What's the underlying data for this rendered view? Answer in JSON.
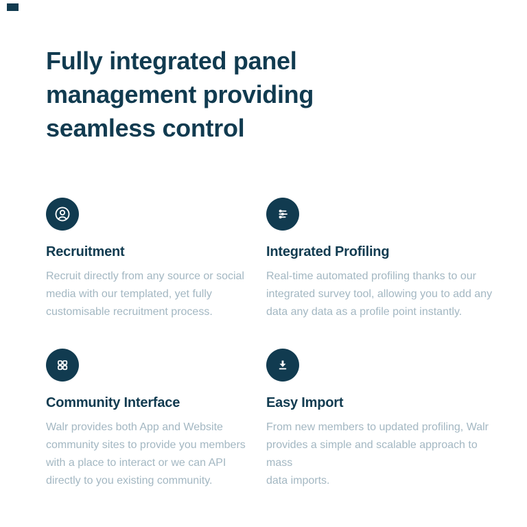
{
  "page": {
    "background_color": "#ffffff",
    "accent_navy": "#113B50",
    "body_text_color": "#A3B7C2"
  },
  "decor": {
    "corner_mark_color": "#113B50"
  },
  "heading": {
    "lines": [
      "Fully integrated panel",
      "management providing",
      "seamless control"
    ]
  },
  "features": [
    {
      "icon": "user-circle-icon",
      "title": "Recruitment",
      "body_lines": [
        "Recruit directly from any source or social",
        "media with our templated, yet fully",
        "customisable recruitment process."
      ]
    },
    {
      "icon": "sliders-icon",
      "title": "Integrated Profiling",
      "body_lines": [
        "Real-time automated profiling thanks to our",
        "integrated survey tool, allowing you to add any",
        "data any data as a profile point instantly."
      ]
    },
    {
      "icon": "grid-icon",
      "title": "Community Interface",
      "body_lines": [
        "Walr provides both App and Website",
        "community sites to provide you members",
        "with a place to interact or we can API",
        "directly to you existing community."
      ]
    },
    {
      "icon": "download-icon",
      "title": "Easy Import",
      "body_lines": [
        "From new members to updated profiling, Walr",
        "provides a simple and scalable approach to mass",
        "data imports."
      ]
    }
  ]
}
